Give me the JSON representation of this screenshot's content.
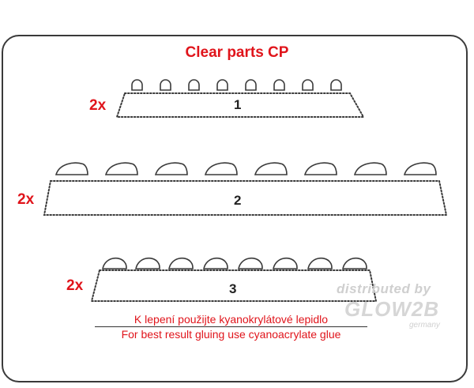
{
  "title": "Clear parts CP",
  "parts": [
    {
      "quantity": "2x",
      "number": "1"
    },
    {
      "quantity": "2x",
      "number": "2"
    },
    {
      "quantity": "2x",
      "number": "3"
    }
  ],
  "notes": {
    "czech": "K lepení použijte kyanokrylátové lepidlo",
    "english": "For best result gluing use cyanoacrylate glue"
  },
  "watermark": {
    "line1": "distributed by",
    "line2": "GLOW2B",
    "line3": "germany"
  },
  "colors": {
    "accent": "#e0141b",
    "outline": "#3a3a3a",
    "watermark": "#cfcfcf"
  }
}
